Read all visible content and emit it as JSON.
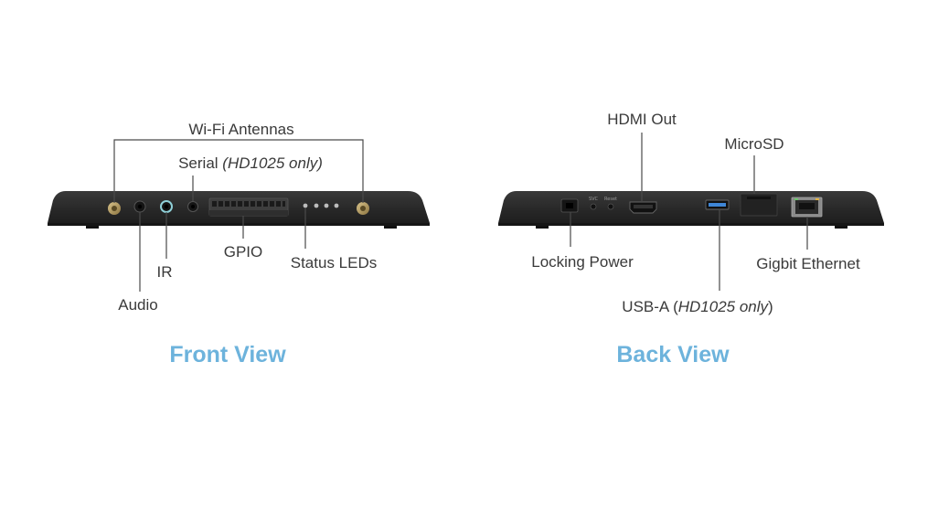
{
  "front": {
    "title": "Front View",
    "labels": {
      "wifi": "Wi-Fi Antennas",
      "serial": "Serial",
      "serial_note": "(HD1025 only)",
      "gpio": "GPIO",
      "status_leds": "Status LEDs",
      "ir": "IR",
      "audio": "Audio"
    }
  },
  "back": {
    "title": "Back View",
    "labels": {
      "hdmi_out": "HDMI Out",
      "microsd": "MicroSD",
      "locking_power": "Locking Power",
      "gigabit_ethernet": "Gigbit Ethernet",
      "usb_a": "USB-A",
      "usb_note": "HD1025 only",
      "usb_paren_open": "(",
      "usb_paren_close": ")"
    },
    "port_text": {
      "svc": "SVC",
      "reset": "Reset"
    }
  },
  "colors": {
    "title": "#6db3dc",
    "device": "#2c2c2c",
    "label": "#3a3a3a"
  }
}
